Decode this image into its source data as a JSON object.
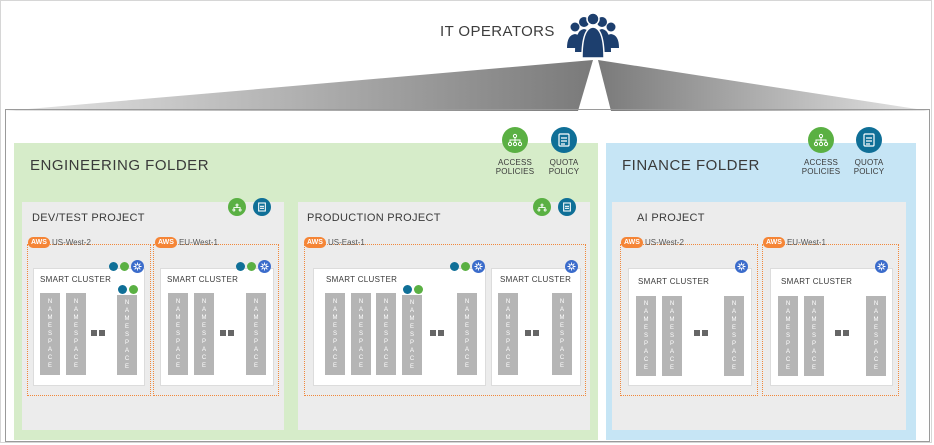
{
  "header": {
    "title": "IT OPERATORS",
    "icon": "people-group-icon"
  },
  "policy_labels": {
    "access": [
      "ACCESS",
      "POLICIES"
    ],
    "quota": [
      "QUOTA",
      "POLICY"
    ]
  },
  "folders": [
    {
      "title": "ENGINEERING FOLDER",
      "color": "#d6ecc9",
      "projects": [
        {
          "title": "DEV/TEST PROJECT",
          "regions": [
            "US-West-2",
            "EU-West-1"
          ]
        },
        {
          "title": "PRODUCTION PROJECT",
          "regions": [
            "US-East-1"
          ]
        }
      ]
    },
    {
      "title": "FINANCE FOLDER",
      "color": "#c6e5f5",
      "projects": [
        {
          "title": "AI PROJECT",
          "regions": [
            "US-West-2",
            "EU-West-1"
          ]
        }
      ]
    }
  ],
  "cloud_badge": "AWS",
  "cluster_title": "SMART CLUSTER",
  "namespace_letters": [
    "N",
    "A",
    "M",
    "E",
    "S",
    "P",
    "A",
    "C",
    "E"
  ],
  "colors": {
    "access": "#5ab043",
    "quota": "#0f6f97",
    "kubernetes": "#3b6ccb",
    "aws": "#f58536",
    "namespace": "#b5b5b5"
  }
}
